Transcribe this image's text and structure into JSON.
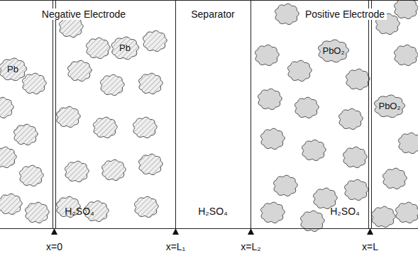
{
  "diagram": {
    "nodes": [
      {
        "text": [
          "Negative Electrode",
          "H₂SO₄"
        ]
      },
      {
        "text": [
          "Pb"
        ],
        "in": 0
      },
      {
        "text": [
          "Pb"
        ],
        "in": 0
      },
      {
        "text": [
          "Separator",
          "H₂SO₄"
        ]
      },
      {
        "text": [
          "Positive Electrode",
          "H₂SO₄"
        ]
      },
      {
        "text": [
          "PbO₂"
        ],
        "in": 4
      },
      {
        "text": [
          "PbO₂"
        ],
        "in": 4
      }
    ],
    "labels": [
      "x=0",
      "x=L₁",
      "x=L₂",
      "x=L"
    ]
  }
}
